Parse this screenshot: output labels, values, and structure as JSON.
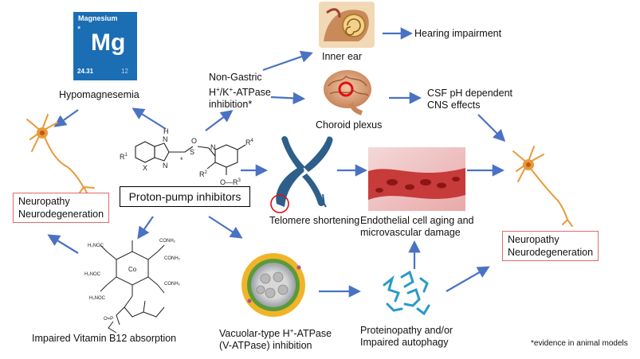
{
  "magnesium_tile": {
    "name": "Magnesium",
    "star": "*",
    "symbol": "Mg",
    "mass": "24.31",
    "number": "12"
  },
  "labels": {
    "hypomagnesemia": "Hypomagnesemia",
    "non_gastric_line1": "Non-Gastric",
    "non_gastric_line2_pre": "H",
    "non_gastric_sup1": "+",
    "non_gastric_mid": "/K",
    "non_gastric_sup2": "+",
    "non_gastric_line2_post": "-ATPase",
    "non_gastric_line3": "inhibition*",
    "inner_ear": "Inner ear",
    "hearing": "Hearing impairment",
    "choroid": "Choroid plexus",
    "csf_line1": "CSF pH dependent",
    "csf_line2": "CNS effects",
    "telomere": "Telomere shortening",
    "endo_line1": "Endothelial cell aging and",
    "endo_line2": "microvascular damage",
    "neuro_left_1": "Neuropathy",
    "neuro_left_2": "Neurodegeneration",
    "neuro_right_1": "Neuropathy",
    "neuro_right_2": "Neurodegeneration",
    "ppi": "Proton-pump inhibitors",
    "b12": "Impaired Vitamin B12 absorption",
    "vatp_line1_pre": "Vacuolar-type H",
    "vatp_sup": "+",
    "vatp_line1_post": "-ATPase",
    "vatp_line2": "(V-ATPase) inhibition",
    "prot_line1": "Proteinopathy and/or",
    "prot_line2": "Impaired autophagy",
    "footnote": "*evidence in animal models"
  },
  "structure_labels": {
    "r1": "R",
    "r1_sub": "1",
    "x": "X",
    "n1": "N",
    "h": "H",
    "n2": "N",
    "s": "S",
    "star": "*",
    "o": "O",
    "r2": "R",
    "r2_sub": "2",
    "r3": "O—R",
    "r3_sub": "3",
    "r4": "R",
    "r4_sub": "4",
    "n3": "N"
  },
  "colors": {
    "arrow": "#4a72c4",
    "box_border": "#e06a6a",
    "mg_tile": "#1b6db4",
    "neuron": "#e89a3a"
  },
  "icons": [
    "magnesium-tile",
    "neuron-icon",
    "inner-ear-icon",
    "brain-icon",
    "chromosome-icon",
    "blood-vessel-icon",
    "vatpase-icon",
    "protein-aggregate-icon",
    "cobalamin-structure-icon",
    "ppi-structure-icon"
  ]
}
